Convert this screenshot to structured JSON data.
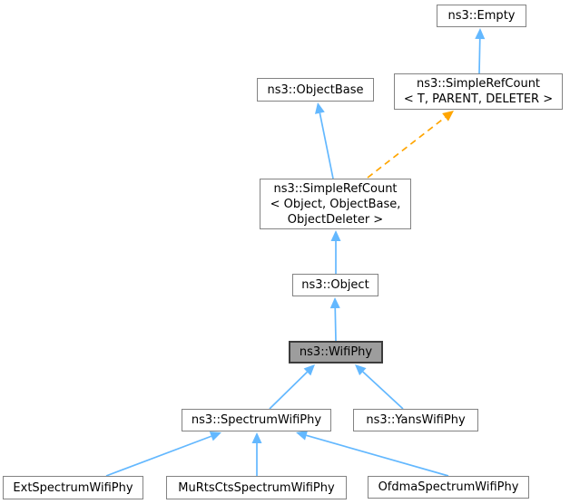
{
  "diagram": {
    "kind": "class-inheritance-graph",
    "colors": {
      "edge_inheritance": "#63b8ff",
      "edge_template_instantiation": "#ffa500",
      "node_background": "#ffffff",
      "node_border": "#838383",
      "current_node_background": "#9d9d9d",
      "current_node_border": "#3c3c3c",
      "text": "#000000"
    },
    "nodes": [
      {
        "id": "ns3-empty",
        "lines": [
          "ns3::Empty"
        ],
        "current": false
      },
      {
        "id": "ns3-simplerefcount-t",
        "lines": [
          "ns3::SimpleRefCount",
          "< T, PARENT, DELETER >"
        ],
        "current": false
      },
      {
        "id": "ns3-objectbase",
        "lines": [
          "ns3::ObjectBase"
        ],
        "current": false
      },
      {
        "id": "ns3-simplerefcount-object",
        "lines": [
          "ns3::SimpleRefCount",
          "< Object, ObjectBase,",
          "ObjectDeleter >"
        ],
        "current": false
      },
      {
        "id": "ns3-object",
        "lines": [
          "ns3::Object"
        ],
        "current": false
      },
      {
        "id": "ns3-wifiphy",
        "lines": [
          "ns3::WifiPhy"
        ],
        "current": true
      },
      {
        "id": "ns3-spectrumwifiphy",
        "lines": [
          "ns3::SpectrumWifiPhy"
        ],
        "current": false
      },
      {
        "id": "ns3-yanswifiphy",
        "lines": [
          "ns3::YansWifiPhy"
        ],
        "current": false
      },
      {
        "id": "extspectrumwifiphy",
        "lines": [
          "ExtSpectrumWifiPhy"
        ],
        "current": false
      },
      {
        "id": "murtsctsspectrumwifiphy",
        "lines": [
          "MuRtsCtsSpectrumWifiPhy"
        ],
        "current": false
      },
      {
        "id": "ofdmaspectrumwifiphy",
        "lines": [
          "OfdmaSpectrumWifiPhy"
        ],
        "current": false
      }
    ],
    "edges": [
      {
        "from": "ns3-simplerefcount-t",
        "to": "ns3-empty",
        "style": "solid",
        "relation": "inherits"
      },
      {
        "from": "ns3-simplerefcount-object",
        "to": "ns3-objectbase",
        "style": "solid",
        "relation": "inherits"
      },
      {
        "from": "ns3-simplerefcount-object",
        "to": "ns3-simplerefcount-t",
        "style": "dashed",
        "relation": "template-instantiation"
      },
      {
        "from": "ns3-object",
        "to": "ns3-simplerefcount-object",
        "style": "solid",
        "relation": "inherits"
      },
      {
        "from": "ns3-wifiphy",
        "to": "ns3-object",
        "style": "solid",
        "relation": "inherits"
      },
      {
        "from": "ns3-spectrumwifiphy",
        "to": "ns3-wifiphy",
        "style": "solid",
        "relation": "inherits"
      },
      {
        "from": "ns3-yanswifiphy",
        "to": "ns3-wifiphy",
        "style": "solid",
        "relation": "inherits"
      },
      {
        "from": "extspectrumwifiphy",
        "to": "ns3-spectrumwifiphy",
        "style": "solid",
        "relation": "inherits"
      },
      {
        "from": "murtsctsspectrumwifiphy",
        "to": "ns3-spectrumwifiphy",
        "style": "solid",
        "relation": "inherits"
      },
      {
        "from": "ofdmaspectrumwifiphy",
        "to": "ns3-spectrumwifiphy",
        "style": "solid",
        "relation": "inherits"
      }
    ]
  }
}
